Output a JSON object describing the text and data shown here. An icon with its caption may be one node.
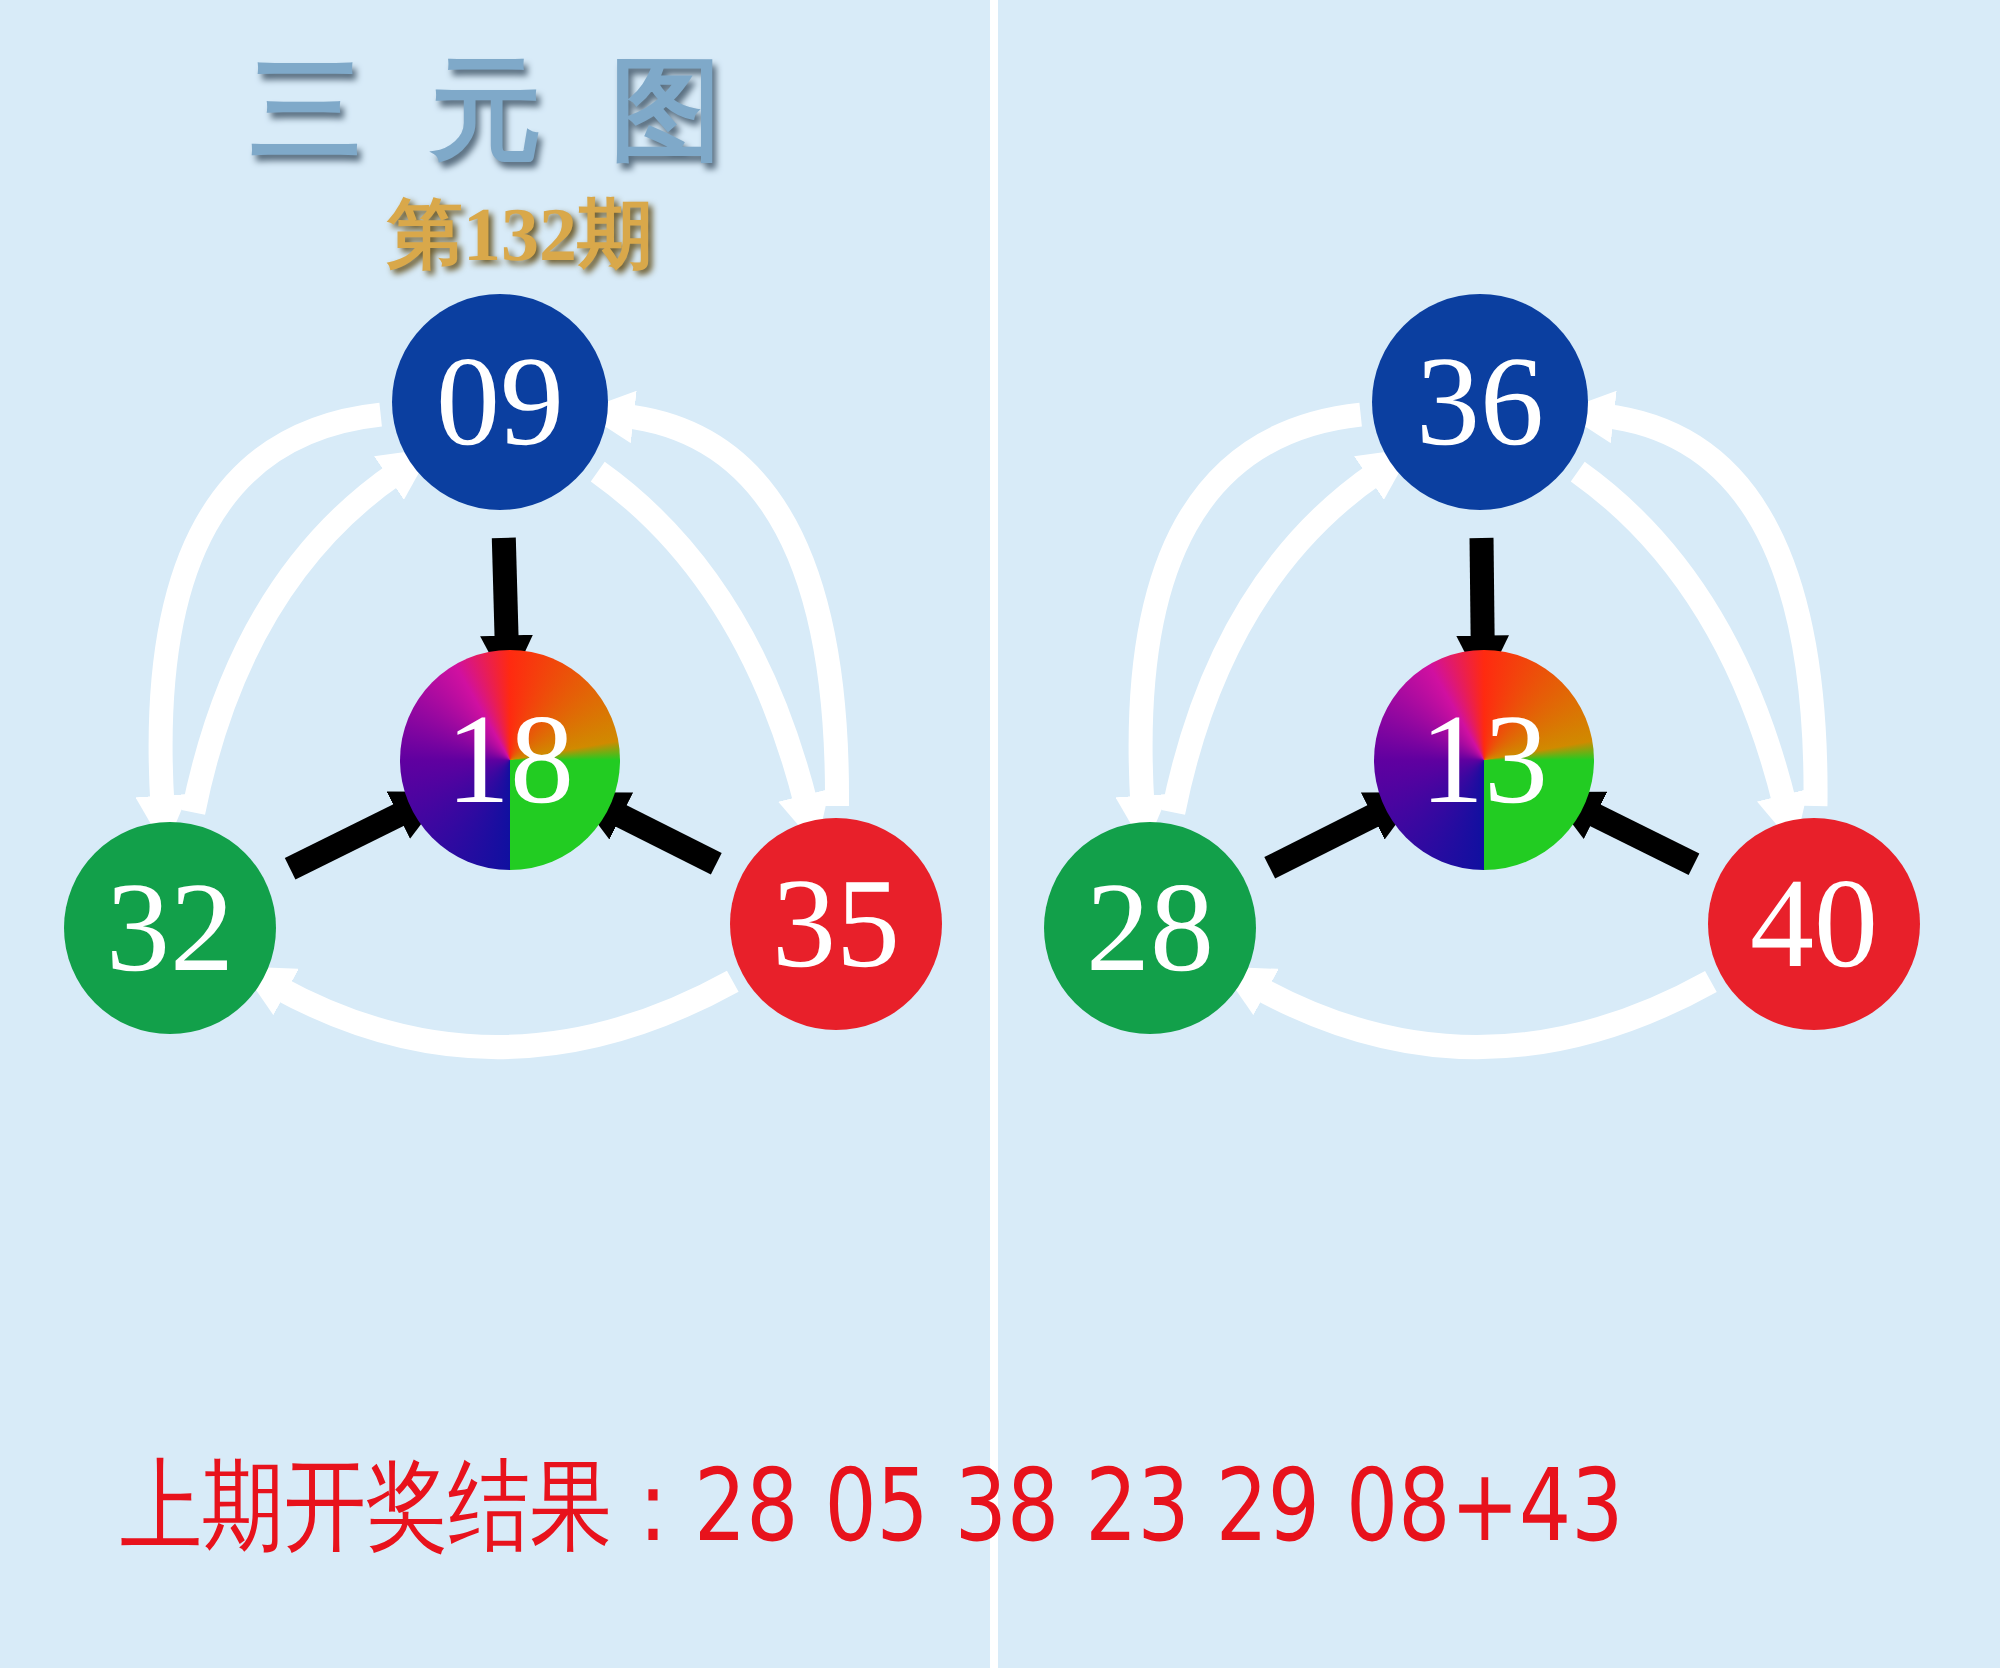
{
  "diagram": {
    "title": "三元图",
    "nodes": [
      {
        "text": [
          "09"
        ]
      },
      {
        "text": [
          "18"
        ]
      },
      {
        "text": [
          "32"
        ]
      },
      {
        "text": [
          "35"
        ]
      },
      {
        "text": [
          "36"
        ]
      },
      {
        "text": [
          "13"
        ]
      },
      {
        "text": [
          "28"
        ]
      },
      {
        "text": [
          "40"
        ]
      }
    ],
    "edges": [
      {
        "from": 0,
        "to": 1,
        "arrow": "to",
        "color": "#000000"
      },
      {
        "from": 2,
        "to": 1,
        "arrow": "to",
        "color": "#000000"
      },
      {
        "from": 3,
        "to": 1,
        "arrow": "to",
        "color": "#000000"
      },
      {
        "from": 0,
        "to": 2,
        "arrow": "to"
      },
      {
        "from": 3,
        "to": 0,
        "arrow": "to"
      },
      {
        "from": 2,
        "to": 0,
        "arrow": "to"
      },
      {
        "from": 0,
        "to": 3,
        "arrow": "to"
      },
      {
        "from": 3,
        "to": 2,
        "arrow": "to"
      },
      {
        "from": 4,
        "to": 5,
        "arrow": "to",
        "color": "#000000"
      },
      {
        "from": 6,
        "to": 5,
        "arrow": "to",
        "color": "#000000"
      },
      {
        "from": 7,
        "to": 5,
        "arrow": "to",
        "color": "#000000"
      },
      {
        "from": 4,
        "to": 6,
        "arrow": "to"
      },
      {
        "from": 7,
        "to": 4,
        "arrow": "to"
      },
      {
        "from": 6,
        "to": 4,
        "arrow": "to"
      },
      {
        "from": 4,
        "to": 7,
        "arrow": "to"
      },
      {
        "from": 7,
        "to": 6,
        "arrow": "to"
      }
    ],
    "labels": [
      "第132期",
      "上期开奖结果：28 05 38 23 29 08+43"
    ]
  }
}
